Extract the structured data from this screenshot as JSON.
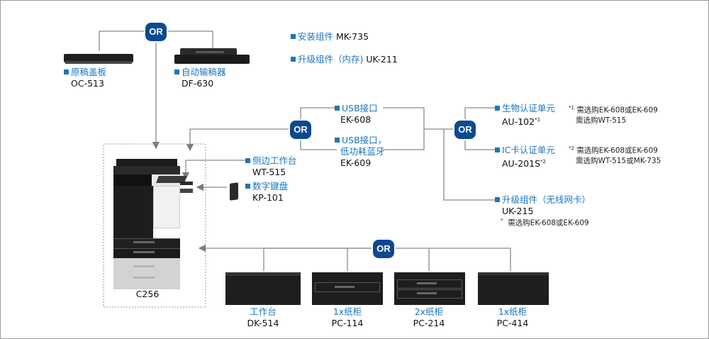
{
  "diagram": {
    "or_label": "OR",
    "top_items": [
      {
        "title": "安装组件",
        "model": "MK-735"
      },
      {
        "title": "升级组件（内存)",
        "model": "UK-211"
      }
    ],
    "originals": {
      "cover": {
        "title": "原稿盖板",
        "model": "OC-513"
      },
      "adf": {
        "title": "自动输稿器",
        "model": "DF-630"
      }
    },
    "side": {
      "tray": {
        "title": "侧边工作台",
        "model": "WT-515"
      },
      "keypad": {
        "title": "数字键盘",
        "model": "KP-101"
      }
    },
    "usb": {
      "a": {
        "title": "USB接口",
        "model": "EK-608"
      },
      "b": {
        "title_line1": "USB接口，",
        "title_line2": "低功耗蓝牙",
        "model": "EK-609"
      }
    },
    "auth": {
      "bio": {
        "title": "生物认证单元",
        "model": "AU-102",
        "sup": "*1"
      },
      "ic": {
        "title": "IC卡认证单元",
        "model": "AU-201S",
        "sup": "*2"
      }
    },
    "notes": {
      "n1_mark": "*1",
      "n1_line1": "需选购EK-608或EK-609",
      "n1_line2": "需选购WT-515",
      "n2_mark": "*2",
      "n2_line1": "需选购EK-608或EK-609",
      "n2_line2": "需选购WT-515或MK-735"
    },
    "wireless": {
      "title": "升级组件（无线网卡）",
      "model": "UK-215",
      "note_mark": "*",
      "note": "需选购EK-608或EK-609"
    },
    "main_unit": {
      "model": "C256"
    },
    "bottom": [
      {
        "title": "工作台",
        "model": "DK-514"
      },
      {
        "title": "1x纸柜",
        "model": "PC-114"
      },
      {
        "title": "2x纸柜",
        "model": "PC-214"
      },
      {
        "title": "1x纸柜",
        "model": "PC-414"
      }
    ]
  }
}
